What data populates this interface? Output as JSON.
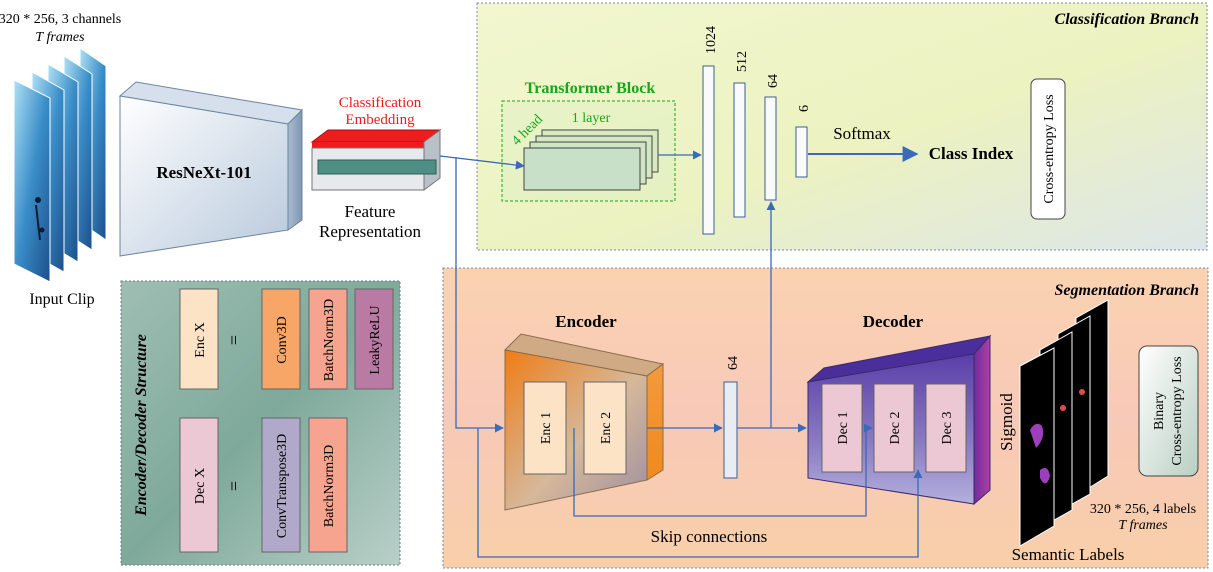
{
  "input": {
    "caption": "Input Clip",
    "dims_line1": "320 * 256, 3 channels",
    "dims_line2": "T frames"
  },
  "backbone": {
    "label": "ResNeXt-101"
  },
  "feature": {
    "embedding_line1": "Classification",
    "embedding_line2": "Embedding",
    "caption_line1": "Feature",
    "caption_line2": "Representation"
  },
  "classification_branch": {
    "title": "Classification Branch",
    "transformer": {
      "title": "Transformer Block",
      "heads": "4 head",
      "layers": "1 layer"
    },
    "fc_sizes": [
      "1024",
      "512",
      "64",
      "6"
    ],
    "softmax": "Softmax",
    "output": "Class Index",
    "loss": "Cross-entropy Loss"
  },
  "segmentation_branch": {
    "title": "Segmentation Branch",
    "encoder": {
      "title": "Encoder",
      "blocks": [
        "Enc 1",
        "Enc 2"
      ]
    },
    "bottleneck": "64",
    "decoder": {
      "title": "Decoder",
      "blocks": [
        "Dec 1",
        "Dec 2",
        "Dec 3"
      ]
    },
    "sigmoid": "Sigmoid",
    "skip": "Skip connections",
    "output_dims_line1": "320 * 256, 4 labels",
    "output_dims_line2": "T frames",
    "output_caption": "Semantic Labels",
    "loss_line1": "Binary",
    "loss_line2": "Cross-entropy Loss"
  },
  "legend": {
    "title": "Encoder/Decoder Structure",
    "enc": "Enc X",
    "dec": "Dec X",
    "equals": "=",
    "enc_layers": [
      "Conv3D",
      "BatchNorm3D",
      "LeakyReLU"
    ],
    "dec_layers": [
      "ConvTranspose3D",
      "BatchNorm3D"
    ]
  },
  "colors": {
    "class_panel": "#ecf2c0",
    "seg_panel": "#f9cdaa",
    "legend_panel": "#9dbdb3",
    "transformer_green": "#1aa51a",
    "embedding_red": "#ee1c1c",
    "arrow_blue": "#3a6ab8",
    "conv": "#f7a668",
    "batchnorm": "#f6a48f",
    "leaky": "#b97aa4",
    "enc_box": "#fde3c6",
    "dec_box": "#ecc8d4",
    "convT": "#b1a9c9"
  }
}
